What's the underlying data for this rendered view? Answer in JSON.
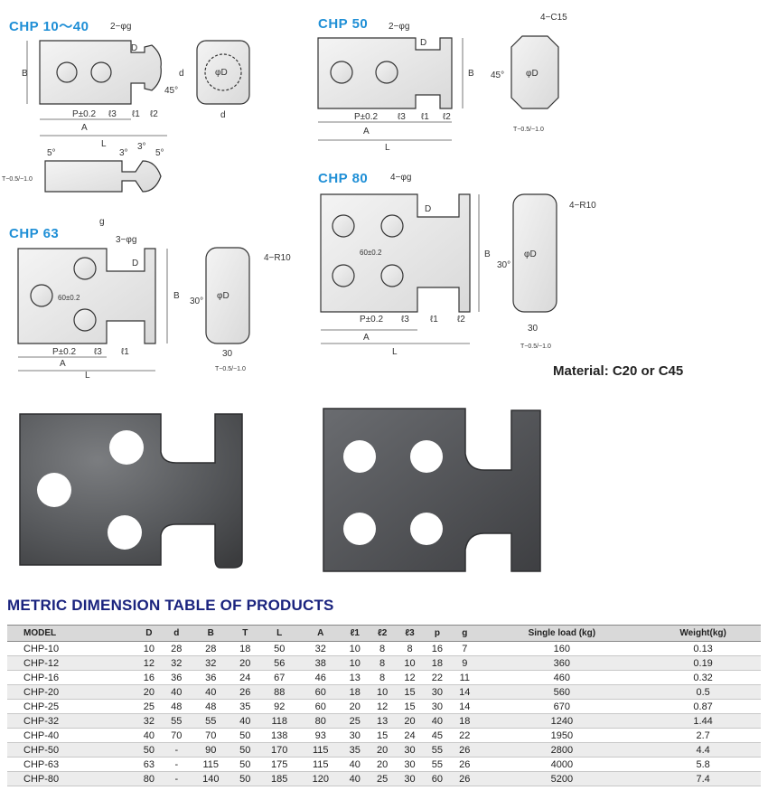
{
  "diagrams": {
    "chp10_40": {
      "title": "CHP 10～40",
      "g": "2−φg",
      "D": "D",
      "B": "B",
      "d": "d",
      "angle": "45°",
      "P": "P±0.2",
      "l3": "ℓ3",
      "l1": "ℓ1",
      "l2": "ℓ2",
      "A": "A",
      "L": "L",
      "phiD": "φD",
      "d_bottom": "d"
    },
    "chp10_40_side": {
      "a1": "5°",
      "a2": "3°",
      "a3": "3°",
      "a4": "5°",
      "T": "T−0.5/−1.0",
      "g": "g"
    },
    "chp50": {
      "title": "CHP 50",
      "g": "2−φg",
      "D": "D",
      "B": "B",
      "C": "4−C15",
      "angle": "45°",
      "phiD": "φD",
      "P": "P±0.2",
      "l3": "ℓ3",
      "l1": "ℓ1",
      "l2": "ℓ2",
      "A": "A",
      "L": "L",
      "T": "T−0.5/−1.0"
    },
    "chp63": {
      "title": "CHP 63",
      "g": "3−φg",
      "D": "D",
      "B": "B",
      "R": "4−R10",
      "angle": "30°",
      "phiD": "φD",
      "sixty": "60±0.2",
      "P": "P±0.2",
      "l3": "ℓ3",
      "l1": "ℓ1",
      "A": "A",
      "L": "L",
      "thirty": "30",
      "T": "T−0.5/−1.0"
    },
    "chp80": {
      "title": "CHP 80",
      "g": "4−φg",
      "D": "D",
      "B": "B",
      "R": "4−R10",
      "angle": "30°",
      "phiD": "φD",
      "sixty": "60±0.2",
      "P": "P±0.2",
      "l3": "ℓ3",
      "l1": "ℓ1",
      "l2": "ℓ2",
      "A": "A",
      "L": "L",
      "thirty": "30",
      "T": "T−0.5/−1.0"
    }
  },
  "material": "Material: C20 or C45",
  "table": {
    "title": "METRIC DIMENSION TABLE OF PRODUCTS",
    "headers": [
      "MODEL",
      "D",
      "d",
      "B",
      "T",
      "L",
      "A",
      "ℓ1",
      "ℓ2",
      "ℓ3",
      "p",
      "g",
      "Single load (kg)",
      "Weight(kg)"
    ],
    "rows": [
      [
        "CHP-10",
        "10",
        "28",
        "28",
        "18",
        "50",
        "32",
        "10",
        "8",
        "8",
        "16",
        "7",
        "160",
        "0.13"
      ],
      [
        "CHP-12",
        "12",
        "32",
        "32",
        "20",
        "56",
        "38",
        "10",
        "8",
        "10",
        "18",
        "9",
        "360",
        "0.19"
      ],
      [
        "CHP-16",
        "16",
        "36",
        "36",
        "24",
        "67",
        "46",
        "13",
        "8",
        "12",
        "22",
        "11",
        "460",
        "0.32"
      ],
      [
        "CHP-20",
        "20",
        "40",
        "40",
        "26",
        "88",
        "60",
        "18",
        "10",
        "15",
        "30",
        "14",
        "560",
        "0.5"
      ],
      [
        "CHP-25",
        "25",
        "48",
        "48",
        "35",
        "92",
        "60",
        "20",
        "12",
        "15",
        "30",
        "14",
        "670",
        "0.87"
      ],
      [
        "CHP-32",
        "32",
        "55",
        "55",
        "40",
        "118",
        "80",
        "25",
        "13",
        "20",
        "40",
        "18",
        "1240",
        "1.44"
      ],
      [
        "CHP-40",
        "40",
        "70",
        "70",
        "50",
        "138",
        "93",
        "30",
        "15",
        "24",
        "45",
        "22",
        "1950",
        "2.7"
      ],
      [
        "CHP-50",
        "50",
        "-",
        "90",
        "50",
        "170",
        "115",
        "35",
        "20",
        "30",
        "55",
        "26",
        "2800",
        "4.4"
      ],
      [
        "CHP-63",
        "63",
        "-",
        "115",
        "50",
        "175",
        "115",
        "40",
        "20",
        "30",
        "55",
        "26",
        "4000",
        "5.8"
      ],
      [
        "CHP-80",
        "80",
        "-",
        "140",
        "50",
        "185",
        "120",
        "40",
        "25",
        "30",
        "60",
        "26",
        "5200",
        "7.4"
      ]
    ]
  }
}
